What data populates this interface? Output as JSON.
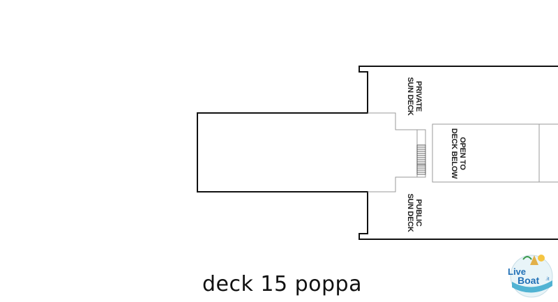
{
  "areas": {
    "private_sun_deck": [
      "PRIVATE",
      "SUN DECK"
    ],
    "open_to_deck_below": [
      "OPEN TO",
      "DECK BELOW"
    ],
    "public_sun_deck": [
      "PUBLIC",
      "SUN DECK"
    ]
  },
  "caption": "deck 15 poppa",
  "logo": {
    "text_live": "Live",
    "text_boat": "Boat",
    "text_suffix": ".it"
  },
  "colors": {
    "outline": "#111111",
    "inner": "#999999",
    "logo_blue": "#1f6fb6",
    "logo_sea": "#2aa3c9"
  }
}
